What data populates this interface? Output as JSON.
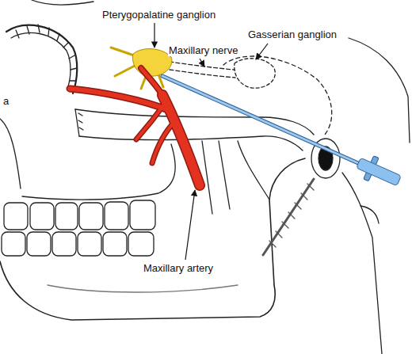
{
  "diagram": {
    "labels": [
      "Pterygopalatine ganglion",
      "Gasserian ganglion",
      "Maxillary nerve",
      "a",
      "Maxillary artery"
    ]
  }
}
